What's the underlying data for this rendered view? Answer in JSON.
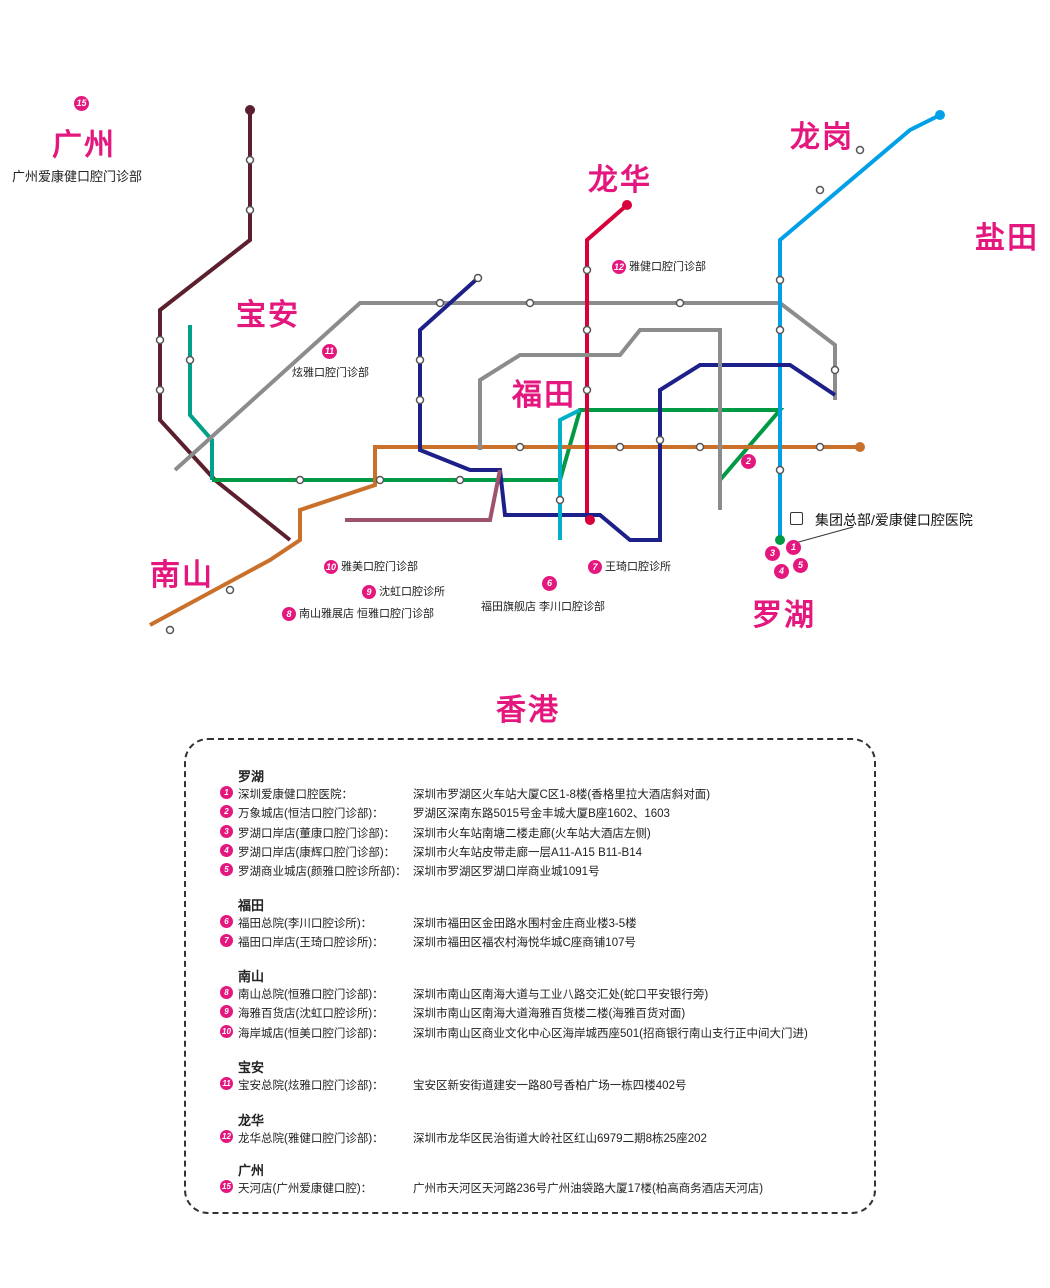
{
  "map": {
    "districts": {
      "guangzhou": "广州",
      "longhua": "龙华",
      "longgang": "龙岗",
      "yantian": "盐田",
      "baoan": "宝安",
      "futian": "福田",
      "nanshan": "南山",
      "luohu": "罗湖",
      "hongkong": "香港"
    },
    "clinic_labels": {
      "gz": {
        "num": "15",
        "text": "广州爱康健口腔门诊部"
      },
      "lh": {
        "num": "12",
        "text": "雅健口腔门诊部"
      },
      "ba": {
        "num": "11",
        "text": "炫雅口腔门诊部"
      },
      "hq": {
        "text": "集团总部/爱康健口腔医院"
      },
      "ns10": {
        "num": "10",
        "text": "雅美口腔门诊部"
      },
      "ns9": {
        "num": "9",
        "text": "沈虹口腔诊所"
      },
      "ns8": {
        "num": "8",
        "text": "南山雅展店 恒雅口腔门诊部"
      },
      "ft6": {
        "num": "6",
        "text": "福田旗舰店 李川口腔诊部"
      },
      "ft7": {
        "num": "7",
        "text": "王琦口腔诊所"
      },
      "lh2": {
        "num": "2"
      },
      "lh_badges": [
        "1",
        "3",
        "4",
        "5"
      ]
    },
    "line_colors": {
      "line1": "#009944",
      "line2": "#c9702a",
      "line3": "#00a0e9",
      "line4": "#d7003a",
      "line5": "#7c3d91",
      "line7": "#1d2088",
      "line9": "#8c8c8c",
      "line11": "#5c1f2e",
      "line6": "#00a08a",
      "line10": "#e08a00",
      "line12": "#4a3f8f",
      "brand": "#e4177e"
    }
  },
  "legend": {
    "groups": [
      {
        "title": "罗湖",
        "rows": [
          {
            "num": "1",
            "name": "深圳爱康健口腔医院：",
            "addr": "深圳市罗湖区火车站大厦C区1-8楼(香格里拉大酒店斜对面)"
          },
          {
            "num": "2",
            "name": "万象城店(恒洁口腔门诊部)：",
            "addr": "罗湖区深南东路5015号金丰城大厦B座1602、1603"
          },
          {
            "num": "3",
            "name": "罗湖口岸店(董康口腔门诊部)：",
            "addr": "深圳市火车站南塘二楼走廊(火车站大酒店左侧)"
          },
          {
            "num": "4",
            "name": "罗湖口岸店(康辉口腔门诊部)：",
            "addr": "深圳市火车站皮带走廊一层A11-A15 B11-B14"
          },
          {
            "num": "5",
            "name": "罗湖商业城店(颜雅口腔诊所部)：",
            "addr": "深圳市罗湖区罗湖口岸商业城1091号"
          }
        ]
      },
      {
        "title": "福田",
        "rows": [
          {
            "num": "6",
            "name": "福田总院(李川口腔诊所)：",
            "addr": "深圳市福田区金田路水围村金庄商业楼3-5楼"
          },
          {
            "num": "7",
            "name": "福田口岸店(王琦口腔诊所)：",
            "addr": "深圳市福田区福农村海悦华城C座商铺107号"
          }
        ]
      },
      {
        "title": "南山",
        "rows": [
          {
            "num": "8",
            "name": "南山总院(恒雅口腔门诊部)：",
            "addr": "深圳市南山区南海大道与工业八路交汇处(蛇口平安银行旁)"
          },
          {
            "num": "9",
            "name": "海雅百货店(沈虹口腔诊所)：",
            "addr": "深圳市南山区南海大道海雅百货楼二楼(海雅百货对面)"
          },
          {
            "num": "10",
            "name": "海岸城店(恒美口腔门诊部)：",
            "addr": "深圳市南山区商业文化中心区海岸城西座501(招商银行南山支行正中间大门进)"
          }
        ]
      },
      {
        "title": "宝安",
        "rows": [
          {
            "num": "11",
            "name": "宝安总院(炫雅口腔门诊部)：",
            "addr": "宝安区新安街道建安一路80号香柏广场一栋四楼402号"
          }
        ]
      },
      {
        "title": "龙华",
        "rows": [
          {
            "num": "12",
            "name": "龙华总院(雅健口腔门诊部)：",
            "addr": "深圳市龙华区民治街道大岭社区红山6979二期8栋25座202"
          }
        ]
      },
      {
        "title": "广州",
        "rows": [
          {
            "num": "15",
            "name": "天河店(广州爱康健口腔)：",
            "addr": "广州市天河区天河路236号广州油袋路大厦17楼(柏高商务酒店天河店)"
          }
        ]
      }
    ]
  }
}
